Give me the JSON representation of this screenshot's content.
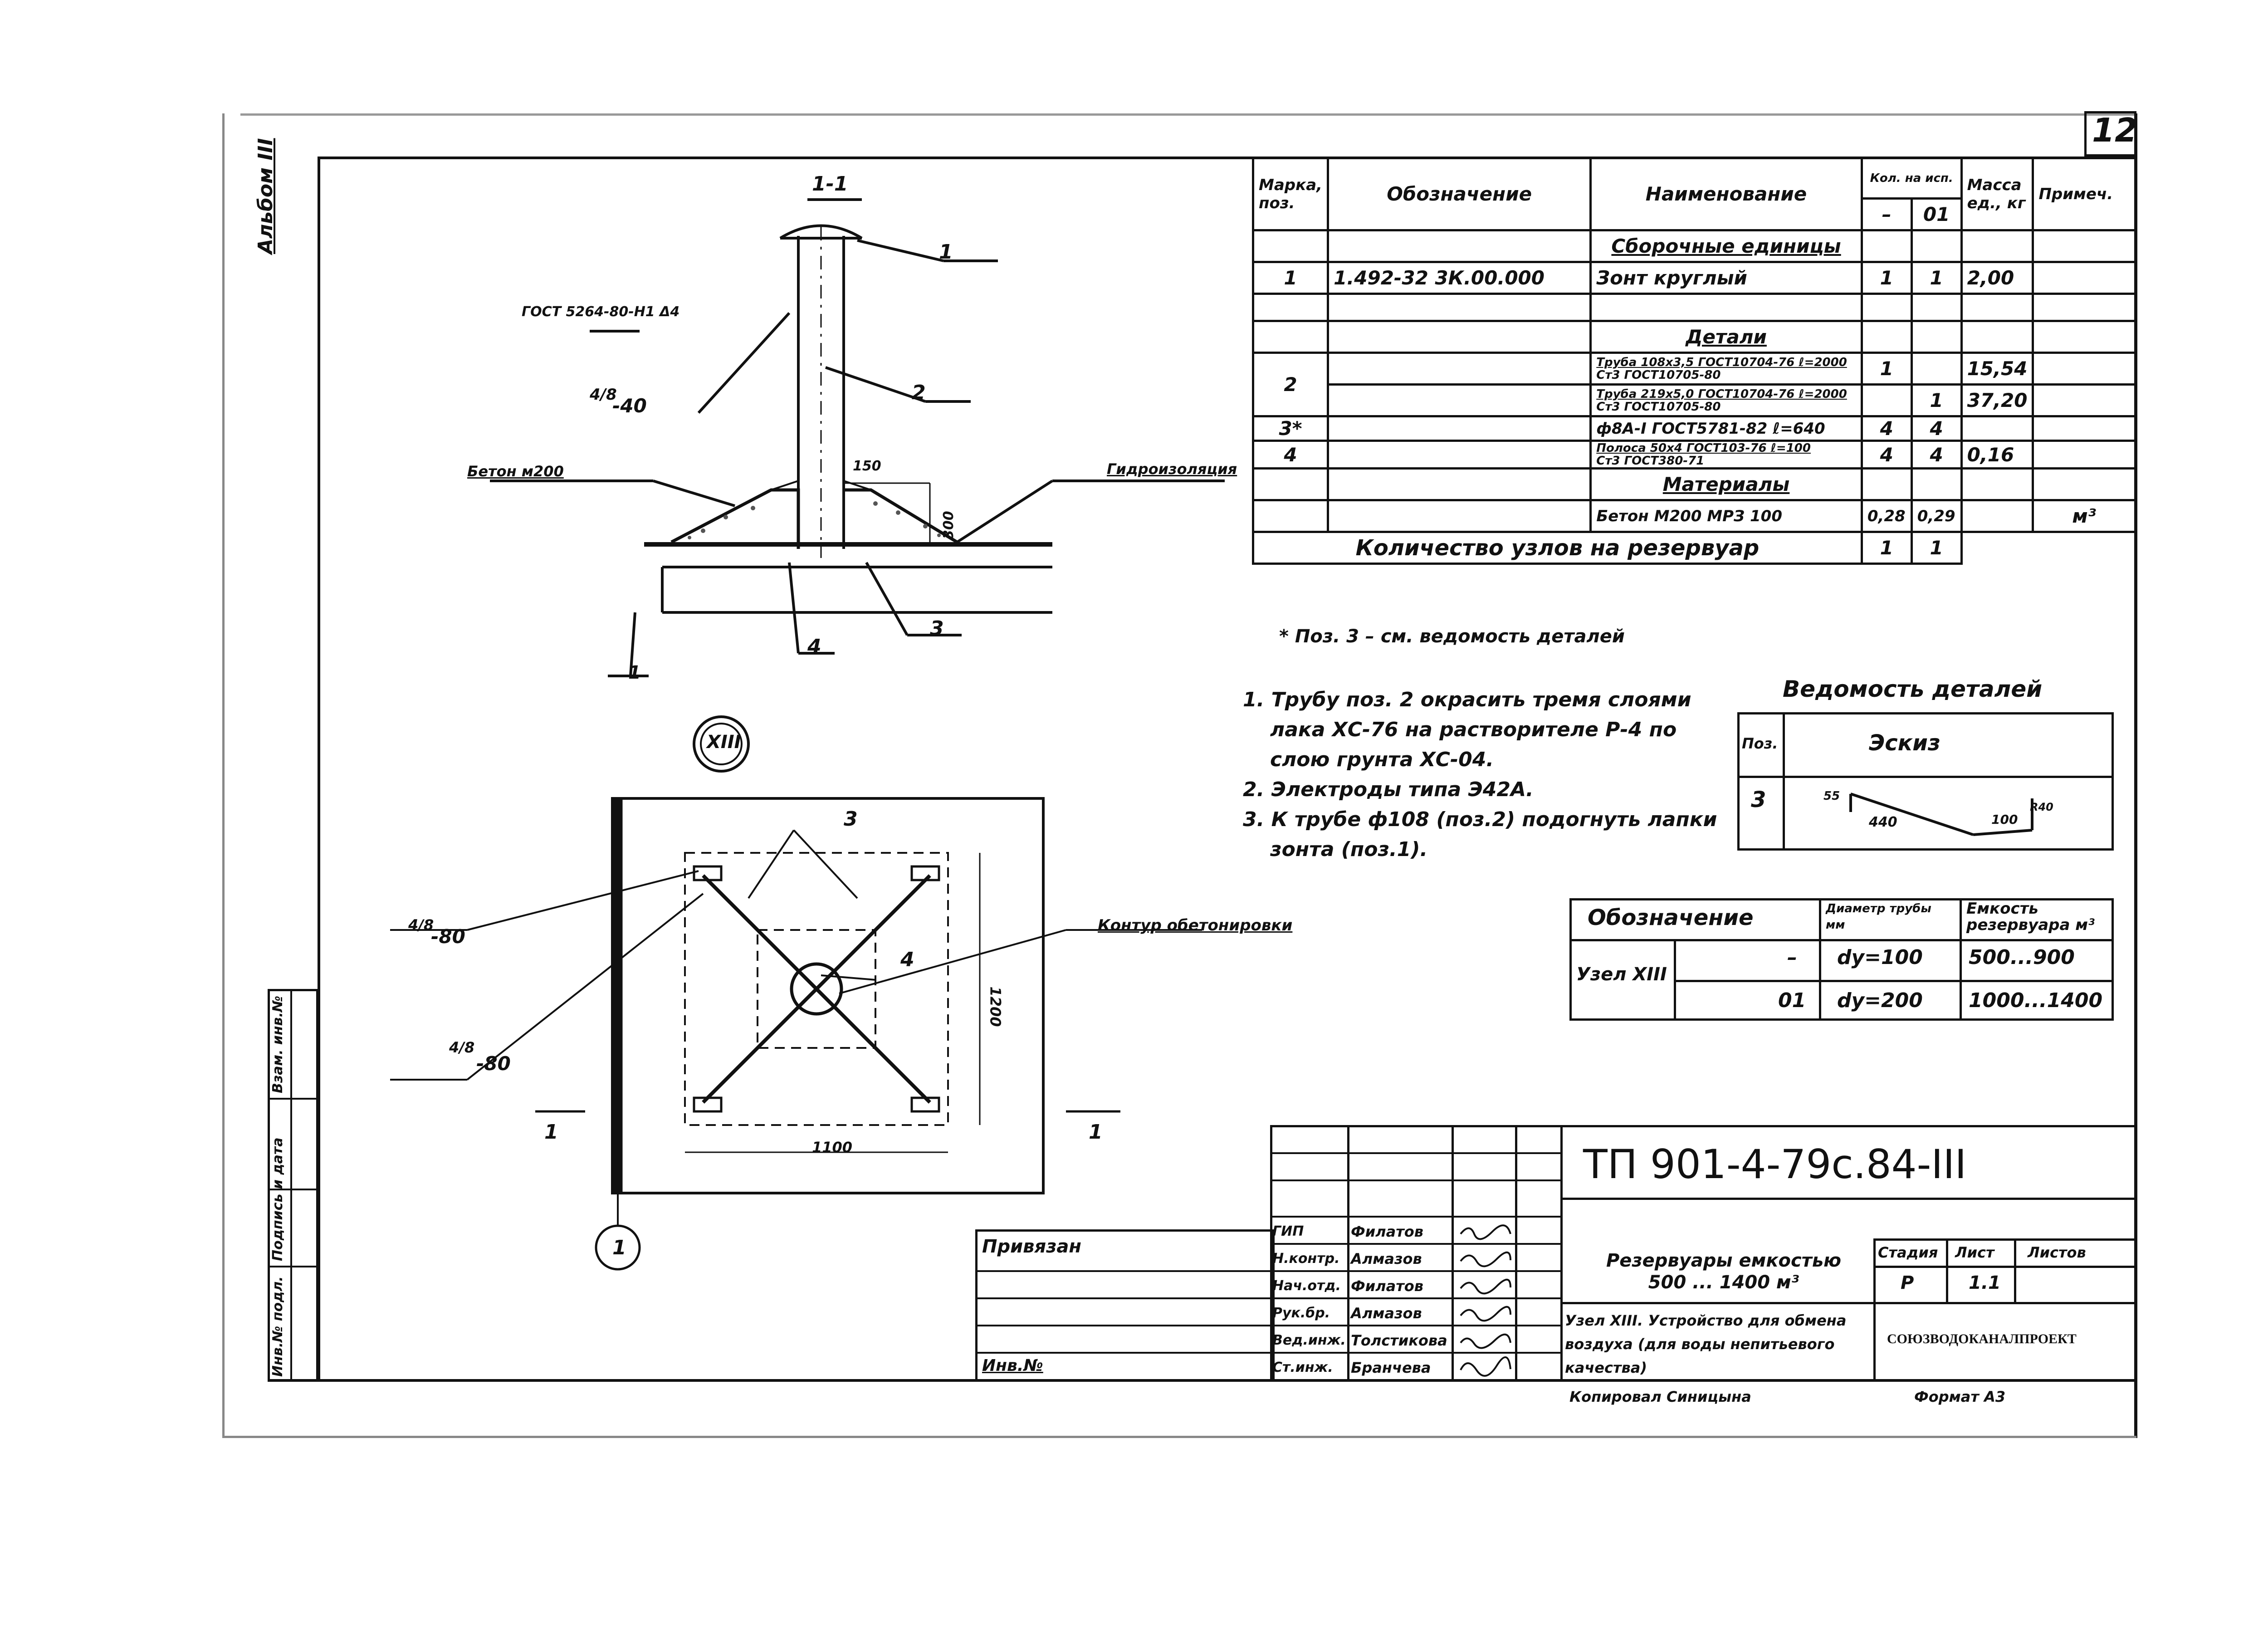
{
  "sheet": {
    "page_number": "12",
    "album_label": "Альбом III",
    "copied": "Копировал Синицына",
    "format": "Формат А3"
  },
  "section_view": {
    "section_mark": "1-1",
    "gost_label": "ГОСТ 5264-80-Н1 Δ4",
    "weld_label_top": "-40",
    "weld_frac": "4/8",
    "beton_label": "Бетон м200",
    "hydro_label": "Гидроизоляция",
    "dim_150": "150",
    "dim_300": "300",
    "pos1": "1",
    "pos2": "2",
    "pos3": "3",
    "pos4": "4",
    "section_foot": "1"
  },
  "plan_view": {
    "node_mark": "XIII",
    "pos3": "3",
    "pos4": "4",
    "weld_top": "-80",
    "weld_bot": "-80",
    "weld_frac": "4/8",
    "contour_label": "Контур обетонировки",
    "dim_1200": "1200",
    "dim_1100": "1100",
    "cut_left": "1",
    "cut_right": "1",
    "circle_mark": "1"
  },
  "spec_table": {
    "headers": {
      "mass_pos": "Марка, поз.",
      "designation": "Обозначение",
      "name": "Наименование",
      "qty": "Кол. на исп.",
      "qty_dash": "–",
      "qty_01": "01",
      "mass": "Масса ед., кг",
      "note": "Примеч."
    },
    "group_assembly": "Сборочные единицы",
    "row1": {
      "pos": "1",
      "designation": "1.492-32 3К.00.000",
      "name": "Зонт круглый",
      "q1": "1",
      "q2": "1",
      "mass": "2,00"
    },
    "group_details": "Детали",
    "row2a": {
      "pos": "2",
      "name_top": "Труба 108х3,5 ГОСТ10704-76 ℓ=2000",
      "name_bot": "Ст3 ГОСТ10705-80",
      "q1": "1",
      "mass": "15,54"
    },
    "row2b": {
      "name_top": "Труба 219х5,0 ГОСТ10704-76 ℓ=2000",
      "name_bot": "Ст3 ГОСТ10705-80",
      "q2": "1",
      "mass": "37,20"
    },
    "row3": {
      "pos": "3*",
      "name": "ф8А-I ГОСТ5781-82 ℓ=640",
      "q1": "4",
      "q2": "4"
    },
    "row4": {
      "pos": "4",
      "name_top": "Полоса 50х4 ГОСТ103-76 ℓ=100",
      "name_bot": "Ст3 ГОСТ380-71",
      "q1": "4",
      "q2": "4",
      "mass": "0,16"
    },
    "group_materials": "Материалы",
    "row5": {
      "name": "Бетон М200   МРЗ 100",
      "q1": "0,28",
      "q2": "0,29",
      "note": "м³"
    },
    "row6": {
      "name": "Количество узлов на резервуар",
      "q1": "1",
      "q2": "1"
    }
  },
  "footnote": "* Поз. 3 – см. ведомость деталей",
  "notes": [
    "1. Трубу поз. 2 окрасить тремя слоями",
    "лака ХС-76 на растворителе Р-4 по",
    "слою грунта ХС-04.",
    "2. Электроды типа Э42А.",
    "3. К трубе ф108 (поз.2) подогнуть лапки",
    "зонта (поз.1)."
  ],
  "details_sheet": {
    "title": "Ведомость деталей",
    "col_pos": "Поз.",
    "col_sketch": "Эскиз",
    "row_pos": "3",
    "dim_a": "440",
    "dim_b": "100",
    "dim_c": "55",
    "dim_d": "R40"
  },
  "variants_table": {
    "col_designation": "Обозначение",
    "col_diameter": "Диаметр трубы мм",
    "col_capacity": "Емкость резервуара м³",
    "node": "Узел XIII",
    "r1": {
      "code": "–",
      "dia": "dy=100",
      "cap": "500...900"
    },
    "r2": {
      "code": "01",
      "dia": "dy=200",
      "cap": "1000...1400"
    }
  },
  "title_block": {
    "code": "ТП 901-4-79с.84-III",
    "attached": "Привязан",
    "inv_no": "Инв.№",
    "roles": [
      "ГИП",
      "Н.контр.",
      "Нач.отд.",
      "Рук.бр.",
      "Вед.инж.",
      "Ст.инж."
    ],
    "names": [
      "Филатов",
      "Алмазов",
      "Филатов",
      "Алмазов",
      "Толстикова",
      "Бранчева"
    ],
    "object_title": "Резервуары емкостью 500 ... 1400 м³",
    "sheet_title": "Узел XIII. Устройство для обмена воздуха (для воды непитьевого качества)",
    "stage_h": "Стадия",
    "sheet_h": "Лист",
    "sheets_h": "Листов",
    "stage": "Р",
    "sheet": "1.1",
    "org": "СОЮЗВОДОКАНАЛПРОЕКТ"
  },
  "side_stamp": {
    "col1": "Инв.№ подл.",
    "col2": "Подпись и дата",
    "col3": "Взам. инв.№"
  }
}
